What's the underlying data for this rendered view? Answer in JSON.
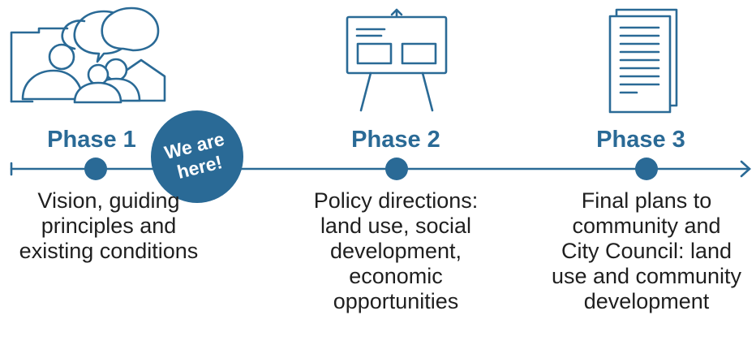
{
  "colors": {
    "accent": "#2a6a96",
    "text": "#1f1f1f"
  },
  "badge": {
    "lines": [
      "We are",
      "here!"
    ]
  },
  "phases": [
    {
      "title": "Phase 1",
      "icon": "community-people-speech-bubbles-icon",
      "description": [
        "Vision, guiding",
        "principles and",
        "existing conditions"
      ]
    },
    {
      "title": "Phase 2",
      "icon": "easel-board-icon",
      "description": [
        "Policy directions:",
        "land use, social",
        "development,",
        "economic",
        "opportunities"
      ]
    },
    {
      "title": "Phase 3",
      "icon": "document-pages-icon",
      "description": [
        "Final plans to",
        "community and",
        "City Council: land",
        "use and community",
        "development"
      ]
    }
  ]
}
